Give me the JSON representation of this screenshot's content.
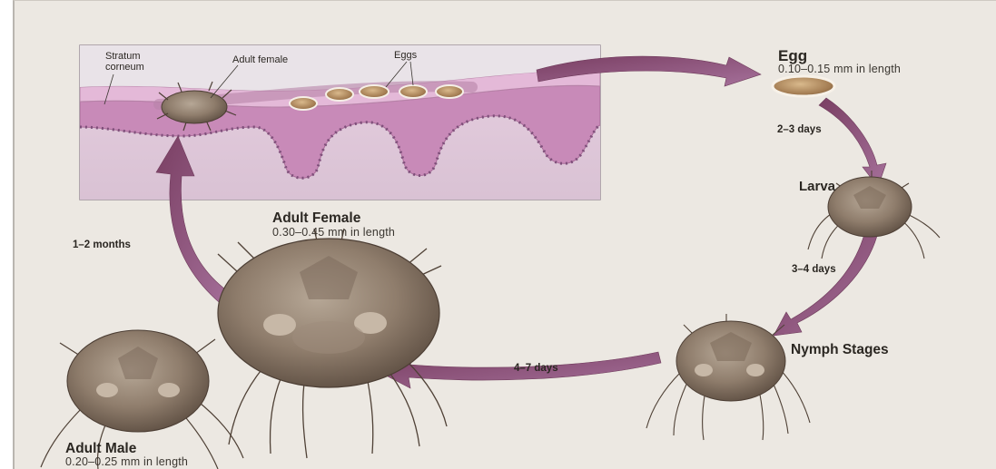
{
  "inset": {
    "stratum_corneum_line1": "Stratum",
    "stratum_corneum_line2": "corneum",
    "adult_female": "Adult female",
    "eggs": "Eggs"
  },
  "stages": {
    "egg": {
      "title": "Egg",
      "size": "0.10–0.15 mm in length"
    },
    "larva": {
      "title": "Larva"
    },
    "nymph": {
      "title": "Nymph Stages"
    },
    "adult_female": {
      "title": "Adult Female",
      "size": "0.30–0.45 mm in length"
    },
    "adult_male": {
      "title": "Adult Male",
      "size": "0.20–0.25 mm in length"
    }
  },
  "durations": {
    "egg_to_larva": "2–3 days",
    "larva_to_nymph": "3–4 days",
    "nymph_to_adult": "4–7 days",
    "adult_to_skin": "1–2 months"
  },
  "colors": {
    "arrow": "#8a4f72",
    "skin": "#c98fbd",
    "mite": "#8c7a6a",
    "background": "#ece8e2"
  }
}
